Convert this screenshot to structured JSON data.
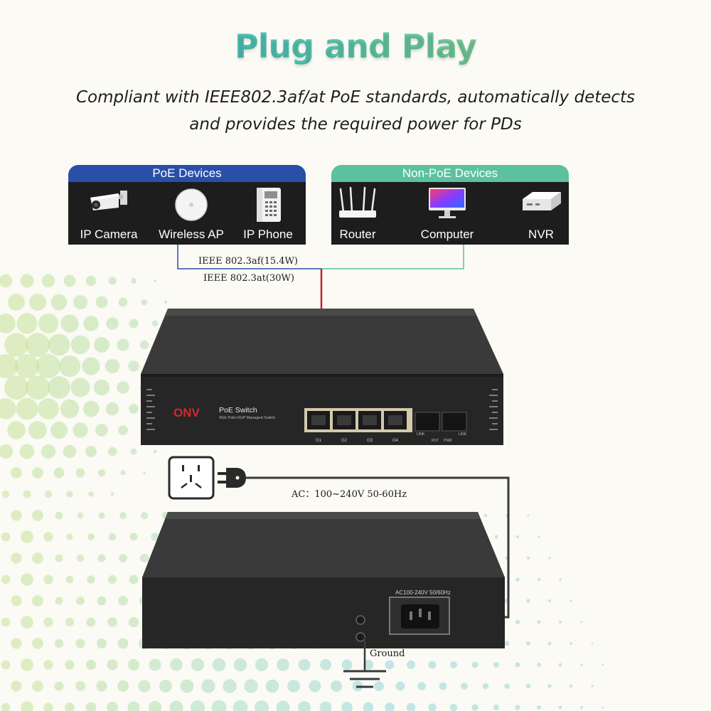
{
  "header": {
    "title": "Plug and Play",
    "subtitle_line1": "Compliant with IEEE802.3af/at PoE standards, automatically detects",
    "subtitle_line2": "and provides the required power for PDs"
  },
  "poe_panel": {
    "title": "PoE Devices",
    "color": "#2a4fa8",
    "devices": [
      {
        "label": "IP Camera",
        "icon": "ip-camera-icon"
      },
      {
        "label": "Wireless AP",
        "icon": "wireless-ap-icon"
      },
      {
        "label": "IP Phone",
        "icon": "ip-phone-icon"
      }
    ]
  },
  "nonpoe_panel": {
    "title": "Non-PoE Devices",
    "color": "#5cc19e",
    "devices": [
      {
        "label": "Router",
        "icon": "router-icon"
      },
      {
        "label": "Computer",
        "icon": "computer-icon"
      },
      {
        "label": "NVR",
        "icon": "nvr-icon"
      }
    ]
  },
  "standards": {
    "af": "IEEE 802.3af(15.4W)",
    "at": "IEEE 802.3at(30W)"
  },
  "switch_front": {
    "brand": "ONV",
    "model": "PoE Switch",
    "description": "4GE PoE+2GP Managed Switch",
    "ports": [
      "G1",
      "G2",
      "G3",
      "G4"
    ],
    "sfp_labels": [
      "LINK",
      "LINK"
    ],
    "rst_label": "RST",
    "pwr_label": "PWR"
  },
  "power": {
    "ac_label": "AC：100~240V 50-60Hz",
    "rear_rating": "AC100-240V  50/60Hz",
    "ground_label": "Ground"
  },
  "colors": {
    "poe_line": "#2a4fa8",
    "nonpoe_line": "#5cc19e",
    "red_cable": "#c8202a",
    "switch_body": "#2a2a2a"
  }
}
